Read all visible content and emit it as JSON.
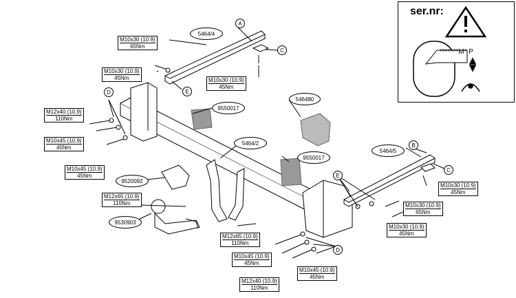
{
  "parts": {
    "p5464_4": "5464/4",
    "p5464_2": "5464/2",
    "p5464_5": "5464/5",
    "p9550017a": "9550017",
    "p9550017b": "9550017",
    "p546480": "546480",
    "p9520092": "9520092",
    "p9530903": "9530903"
  },
  "letters": {
    "A": "A",
    "B": "B",
    "C1": "C",
    "C2": "C",
    "D1": "D",
    "D2": "D",
    "E1": "E",
    "E2": "E"
  },
  "bolts": [
    {
      "spec": "M10x30 (10.9)",
      "torque": "65Nm"
    },
    {
      "spec": "M10x30 (10.9)",
      "torque": "45Nm"
    },
    {
      "spec": "M10x30 (10.9)",
      "torque": "45Nm"
    },
    {
      "spec": "M12x40 (10.9)",
      "torque": "110Nm"
    },
    {
      "spec": "M10x45 (10.9)",
      "torque": "45Nm"
    },
    {
      "spec": "M10x45 (10.9)",
      "torque": "45Nm"
    },
    {
      "spec": "M12x65 (10.9)",
      "torque": "110Nm"
    },
    {
      "spec": "M12x65 (10.9)",
      "torque": "110Nm"
    },
    {
      "spec": "M10x45 (10.9)",
      "torque": "45Nm"
    },
    {
      "spec": "M12x40 (10.9)",
      "torque": "110Nm"
    },
    {
      "spec": "M10x45 (10.9)",
      "torque": "45Nm"
    },
    {
      "spec": "M10x30 (10.9)",
      "torque": "45Nm"
    },
    {
      "spec": "M10x30 (10.9)",
      "torque": "65Nm"
    },
    {
      "spec": "M10x30 (10.9)",
      "torque": "45Nm"
    }
  ],
  "serial": {
    "title": "ser.nr:",
    "code": "*******M* P"
  }
}
